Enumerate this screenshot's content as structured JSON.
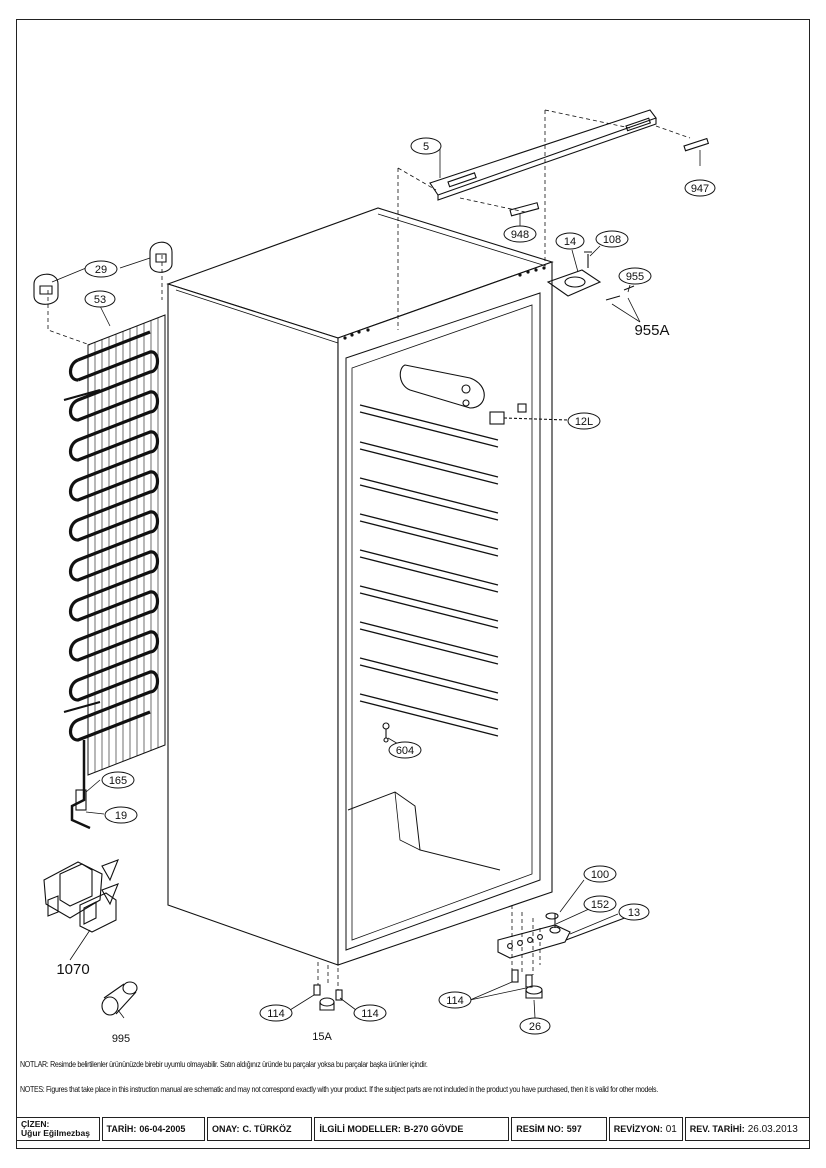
{
  "parts": {
    "p5": "5",
    "p947": "947",
    "p948": "948",
    "p14": "14",
    "p108": "108",
    "p955": "955",
    "p955a": "955A",
    "p29": "29",
    "p53": "53",
    "p12l": "12L",
    "p604": "604",
    "p165": "165",
    "p19": "19",
    "p1070": "1070",
    "p995": "995",
    "p100": "100",
    "p152": "152",
    "p13": "13",
    "p114a": "114",
    "p114b": "114",
    "p114c": "114",
    "p15a": "15A",
    "p26": "26"
  },
  "notes": {
    "tr": "NOTLAR: Resimde belirtilenler ürününüzde birebir uyumlu olmayabilir. Satın aldığınız üründe bu parçalar yoksa bu parçalar başka ürünler içindir.",
    "en": "NOTES: Figures that take place in this instruction manual are schematic and may not correspond exactly with your product. If the subject parts are not included in the product you have purchased, then it is valid for other models."
  },
  "title_block": {
    "drawn_label": "ÇİZEN:",
    "drawn_value": "Uğur Eğilmezbaş",
    "date_label": "TARİH:",
    "date_value": "06-04-2005",
    "approved_label": "ONAY:",
    "approved_value": "C. TÜRKÖZ",
    "models_label": "İLGİLİ MODELLER:",
    "models_value": "B-270 GÖVDE",
    "drawing_no_label": "RESİM NO:",
    "drawing_no_value": "597",
    "revision_label": "REVİZYON:",
    "revision_value": "01",
    "rev_date_label": "REV. TARİHİ:",
    "rev_date_value": "26.03.2013"
  }
}
